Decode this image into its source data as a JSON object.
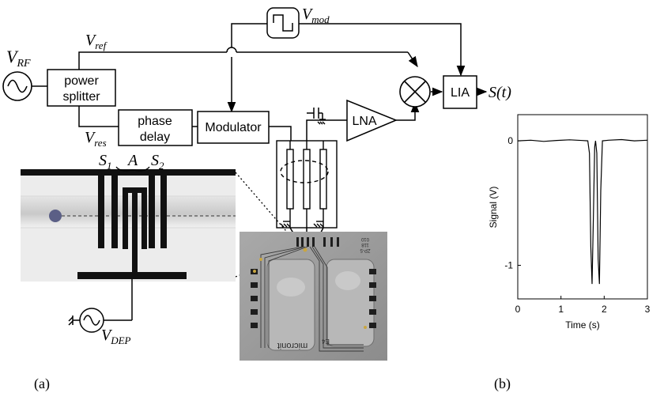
{
  "circuit": {
    "v_rf": {
      "main": "V",
      "sub": "RF"
    },
    "v_ref": {
      "main": "V",
      "sub": "ref"
    },
    "v_res": {
      "main": "V",
      "sub": "res"
    },
    "v_mod": {
      "main": "V",
      "sub": "mod"
    },
    "v_dep": {
      "main": "V",
      "sub": "DEP"
    },
    "power_splitter": [
      "power",
      "splitter"
    ],
    "phase_delay": [
      "phase",
      "delay"
    ],
    "modulator": "Modulator",
    "lna": "LNA",
    "lia": "LIA",
    "output": "S(t)"
  },
  "electrodes": {
    "s1": {
      "main": "S",
      "sub": "1"
    },
    "a": "A",
    "s2": {
      "main": "S",
      "sub": "2"
    }
  },
  "chip": {
    "brand": "micronit",
    "id": "E4",
    "code_lines": [
      "010",
      "118",
      "ZP-5"
    ]
  },
  "panel_labels": {
    "a": "(a)",
    "b": "(b)"
  },
  "chart_data": {
    "type": "line",
    "xlabel": "Time (s)",
    "ylabel": "Signal (V)",
    "xlim": [
      0,
      3
    ],
    "ylim": [
      -1.27,
      0.21
    ],
    "xticks": [
      0,
      1,
      2,
      3
    ],
    "yticks": [
      0,
      -1
    ],
    "series": [
      {
        "x": [
          0,
          0.3,
          0.6,
          0.9,
          1.2,
          1.5,
          1.62,
          1.66,
          1.69,
          1.72,
          1.75,
          1.78,
          1.8,
          1.83,
          1.86,
          1.89,
          1.92,
          1.96,
          2.1,
          2.4,
          2.7,
          3.0
        ],
        "y": [
          0,
          0.005,
          -0.005,
          0.003,
          0.008,
          0.002,
          0.0,
          -0.1,
          -0.85,
          -1.15,
          -0.6,
          -0.05,
          0.0,
          -0.1,
          -0.95,
          -1.15,
          -0.4,
          0.0,
          0.005,
          0.01,
          0.0,
          0.005
        ]
      }
    ]
  }
}
